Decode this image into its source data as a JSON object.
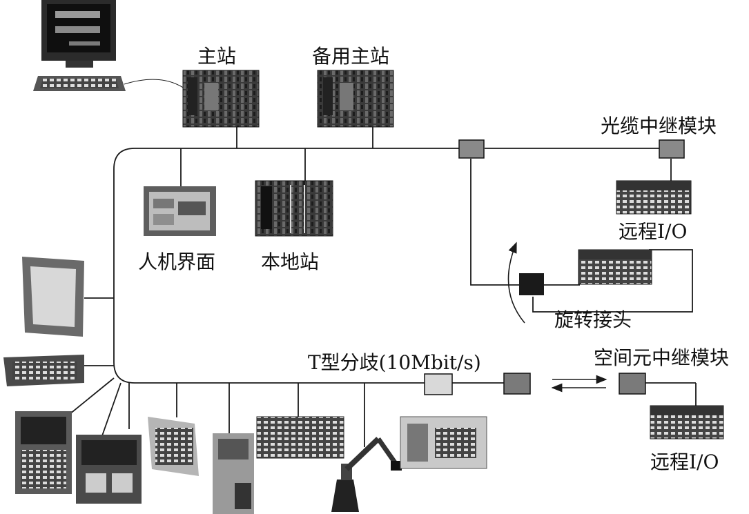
{
  "labels": {
    "main_station": "主站",
    "backup_main_station": "备用主站",
    "fiber_repeater": "光缆中继模块",
    "remote_io_top": "远程I/O",
    "hmi": "人机界面",
    "local_station": "本地站",
    "rotary_joint": "旋转接头",
    "t_branch": "T型分歧(10Mbit/s)",
    "space_repeater": "空间元中继模块",
    "remote_io_bottom": "远程I/O"
  },
  "colors": {
    "line": "#1a1a1a",
    "device_dark": "#2b2b2b",
    "device_mid": "#6e6e6e",
    "device_light": "#c8c8c8",
    "repeater": "#8a8a8a"
  }
}
